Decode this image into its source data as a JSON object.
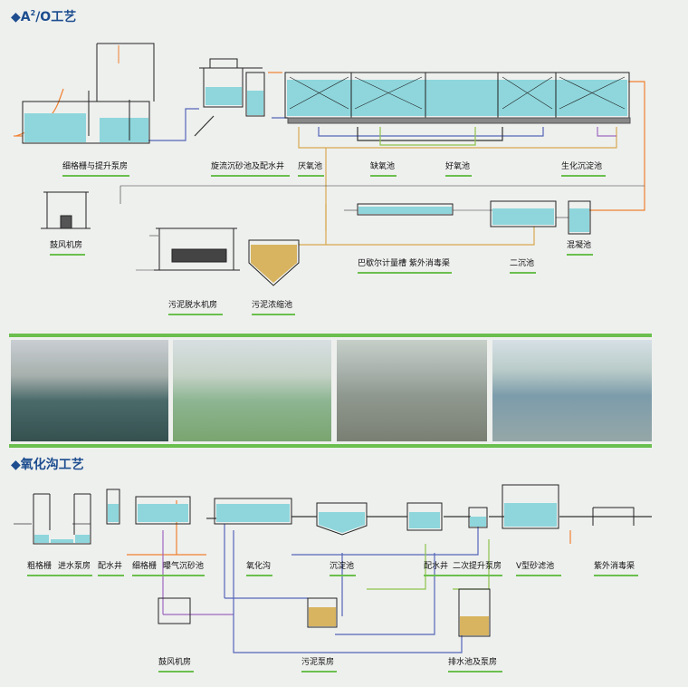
{
  "colors": {
    "water": "#8ed6dc",
    "water_dark": "#58b8c2",
    "sludge": "#d8b460",
    "pipe_orange": "#f08030",
    "pipe_blue": "#5565b8",
    "pipe_green": "#8ec24a",
    "pipe_purple": "#9e68c0",
    "pipe_tan": "#d8a850",
    "outline": "#222222",
    "section_title": "#1d4d8f",
    "underline_green": "#6bbf4e"
  },
  "sections": {
    "a2o": {
      "prefix": "◆A",
      "sup": "2",
      "suffix": "/O工艺",
      "labels": {
        "screen_pump": "细格栅与提升泵房",
        "grit_tank": "旋流沉砂池及配水井",
        "anaerobic": "厌氧池",
        "anoxic": "缺氧池",
        "aerobic": "好氧池",
        "bio_settle": "生化沉淀池",
        "blower": "鼓风机房",
        "parshall_uv": "巴歇尔计量槽  紫外消毒渠",
        "secondary": "二沉池",
        "coag": "混凝池",
        "dewater": "污泥脱水机房",
        "thickener": "污泥浓缩池"
      }
    },
    "oxidation": {
      "title": "◆氧化沟工艺",
      "labels": {
        "screen": "粗格栅",
        "inlet_pump": "进水泵房",
        "dist_well1": "配水井",
        "fine_screen": "细格栅",
        "aerated_grit": "曝气沉砂池",
        "oxid_ditch": "氧化沟",
        "settle": "沉淀池",
        "dist_well2": "配水井",
        "lift2": "二次提升泵房",
        "v_filter": "V型砂滤池",
        "uv2": "紫外消毒渠",
        "blower2": "鼓风机房",
        "sludge_pump": "污泥泵房",
        "drain_pump": "排水池及泵房"
      }
    }
  },
  "icons": [
    "plant-photo-1",
    "plant-photo-2",
    "plant-photo-3",
    "plant-photo-4"
  ]
}
